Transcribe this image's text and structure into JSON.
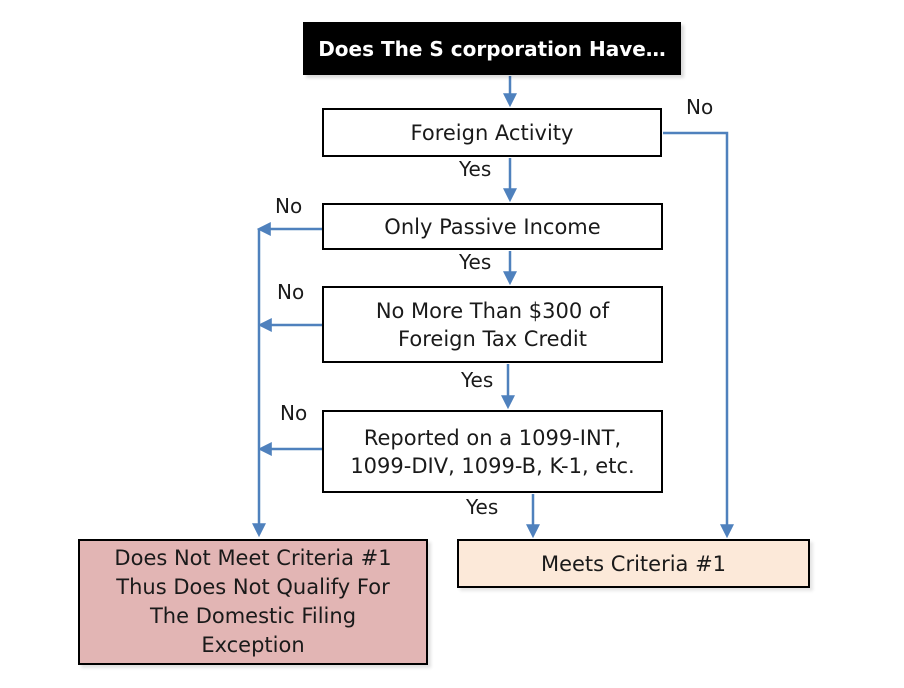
{
  "page": {
    "background": "#ffffff"
  },
  "colors": {
    "arrow_blue": "#4F81BD",
    "title_bg": "#000000",
    "title_text": "#ffffff",
    "box_border": "#000000",
    "box_bg": "#ffffff",
    "fail_box_bg": "#E2B5B4",
    "success_box_bg": "#FCE9D9",
    "text": "#1a1a1a"
  },
  "title": {
    "text": "Does The S corporation Have…"
  },
  "boxes": {
    "foreign_activity": {
      "label": "Foreign Activity"
    },
    "only_passive_income": {
      "label": "Only Passive Income"
    },
    "foreign_tax_credit": {
      "lines": [
        "No More Than $300 of",
        "Foreign Tax Credit"
      ]
    },
    "reported_forms": {
      "lines": [
        "Reported on a 1099-INT,",
        "1099-DIV, 1099-B, K-1, etc."
      ]
    },
    "does_not_meet": {
      "lines": [
        "Does Not Meet Criteria #1",
        "Thus Does Not Qualify For",
        "The Domestic Filing",
        "Exception"
      ]
    },
    "meets": {
      "label": "Meets Criteria #1"
    }
  },
  "edge_labels": {
    "yes_foreign_activity": "Yes",
    "yes_only_passive": "Yes",
    "yes_ftc": "Yes",
    "yes_reported": "Yes",
    "no_foreign_activity": "No",
    "no_only_passive": "No",
    "no_ftc": "No",
    "no_reported": "No"
  }
}
